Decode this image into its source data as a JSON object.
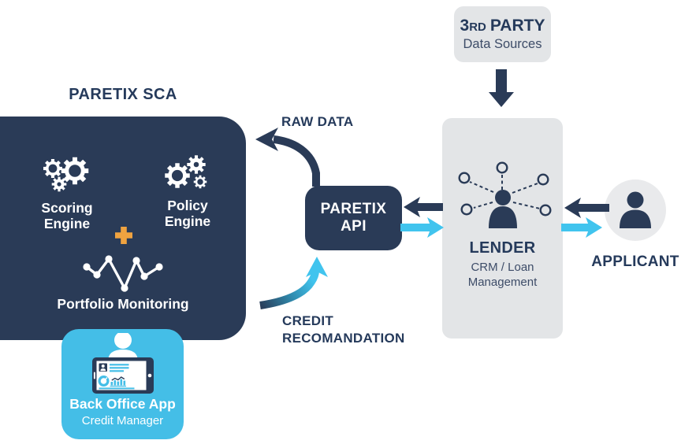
{
  "palette": {
    "navy": "#2A3B57",
    "navy_text": "#253A5B",
    "cyan": "#41C4EE",
    "sky_box": "#44BEE7",
    "light_gray": "#E3E5E7",
    "circle_gray": "#E9EAEC",
    "orange": "#F0A340",
    "white": "#FFFFFF"
  },
  "sca": {
    "title": "PARETIX SCA",
    "modules": [
      {
        "label": "Scoring Engine",
        "icon": "gears-icon"
      },
      {
        "label": "Policy Engine",
        "icon": "gears-icon"
      }
    ],
    "plus_icon": "plus-icon",
    "chart_icon": "line-chart-icon",
    "monitoring_label": "Portfolio Monitoring"
  },
  "back_office": {
    "title": "Back Office App",
    "subtitle": "Credit Manager",
    "icon": "tablet-person-icon"
  },
  "api": {
    "label": "PARETIX API"
  },
  "flow_labels": {
    "raw_data": "RAW DATA",
    "credit_recommendation": "CREDIT RECOMANDATION"
  },
  "third_party": {
    "number": "3",
    "ordinal": "RD",
    "name": "PARTY",
    "subtitle": "Data Sources"
  },
  "lender": {
    "title": "LENDER",
    "subtitle": "CRM / Loan Management",
    "icon": "network-icon"
  },
  "applicant": {
    "label": "APPLICANT",
    "icon": "person-icon"
  }
}
